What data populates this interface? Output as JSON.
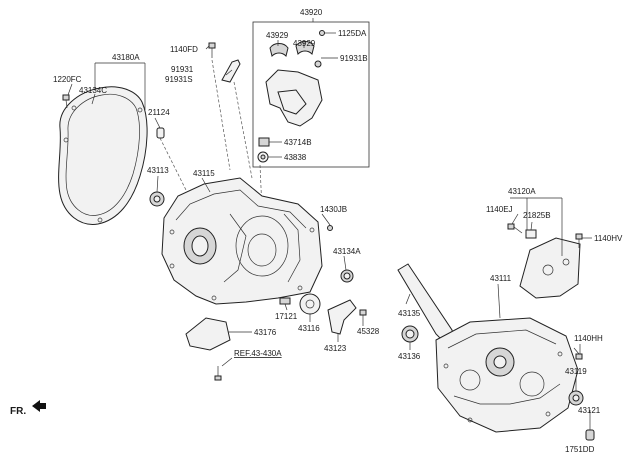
{
  "labels": {
    "p43920": "43920",
    "p1140FD": "1140FD",
    "p43929a": "43929",
    "p43929b": "43929",
    "p1125DA": "1125DA",
    "p91931B": "91931B",
    "p43180A": "43180A",
    "p1220FC": "1220FC",
    "p43134C": "43134C",
    "p91931": "91931",
    "p91931S": "91931S",
    "p21124": "21124",
    "p43714B": "43714B",
    "p43838": "43838",
    "p43113": "43113",
    "p43115": "43115",
    "p1430JB": "1430JB",
    "p43120A": "43120A",
    "p1140EJ": "1140EJ",
    "p21825B": "21825B",
    "p1140HV": "1140HV",
    "p43134A": "43134A",
    "p43111": "43111",
    "p17121": "17121",
    "p43176": "43176",
    "p43116": "43116",
    "p43123": "43123",
    "p45328": "45328",
    "p43135": "43135",
    "p43136": "43136",
    "p1140HH": "1140HH",
    "p43119": "43119",
    "p43121": "43121",
    "p1751DD": "1751DD",
    "ref": "REF.43-430A",
    "fr": "FR."
  }
}
